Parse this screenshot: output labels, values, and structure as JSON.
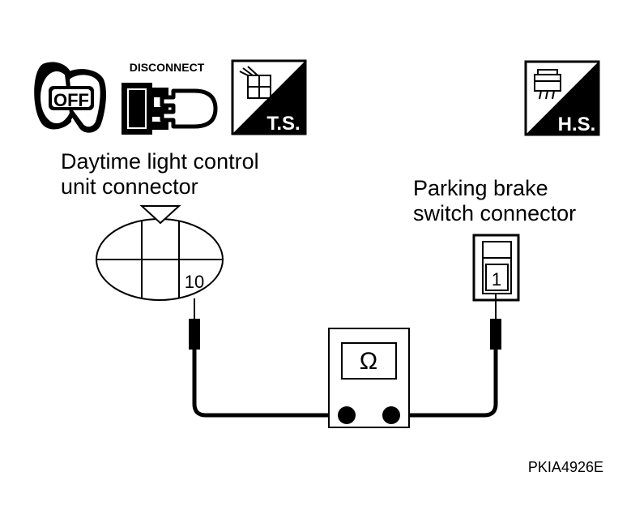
{
  "icons": {
    "ignition": {
      "name": "ignition-key-icon",
      "label": "OFF"
    },
    "disconnect": {
      "name": "disconnect-connector-icon",
      "label": "DISCONNECT"
    },
    "terminal_side": {
      "name": "terminal-side-icon",
      "label": "T.S."
    },
    "harness_side": {
      "name": "harness-side-icon",
      "label": "H.S."
    }
  },
  "left_connector": {
    "title_line1": "Daytime light control",
    "title_line2": "unit connector",
    "terminal": "10"
  },
  "right_connector": {
    "title_line1": "Parking brake",
    "title_line2": "switch connector",
    "terminal": "1"
  },
  "meter": {
    "symbol": "Ω"
  },
  "figure_code": "PKIA4926E"
}
